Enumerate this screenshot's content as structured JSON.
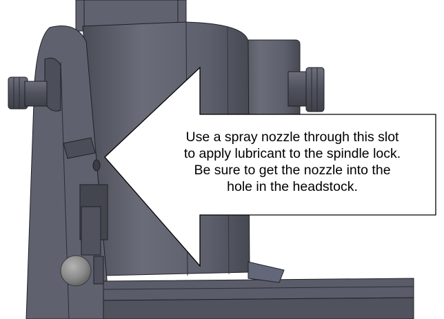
{
  "callout": {
    "lines": [
      "Use a spray nozzle through this slot",
      "to apply lubricant to the spindle lock.",
      "Be sure to get the nozzle into the",
      "hole in the headstock."
    ]
  },
  "colors": {
    "machine_body": "#5c5f6e",
    "machine_light": "#70737f",
    "machine_dark": "#474954",
    "edge_line": "#1f2026",
    "knob": "#8a8a8a",
    "arrow_fill": "#ffffff",
    "arrow_stroke": "#000000"
  }
}
